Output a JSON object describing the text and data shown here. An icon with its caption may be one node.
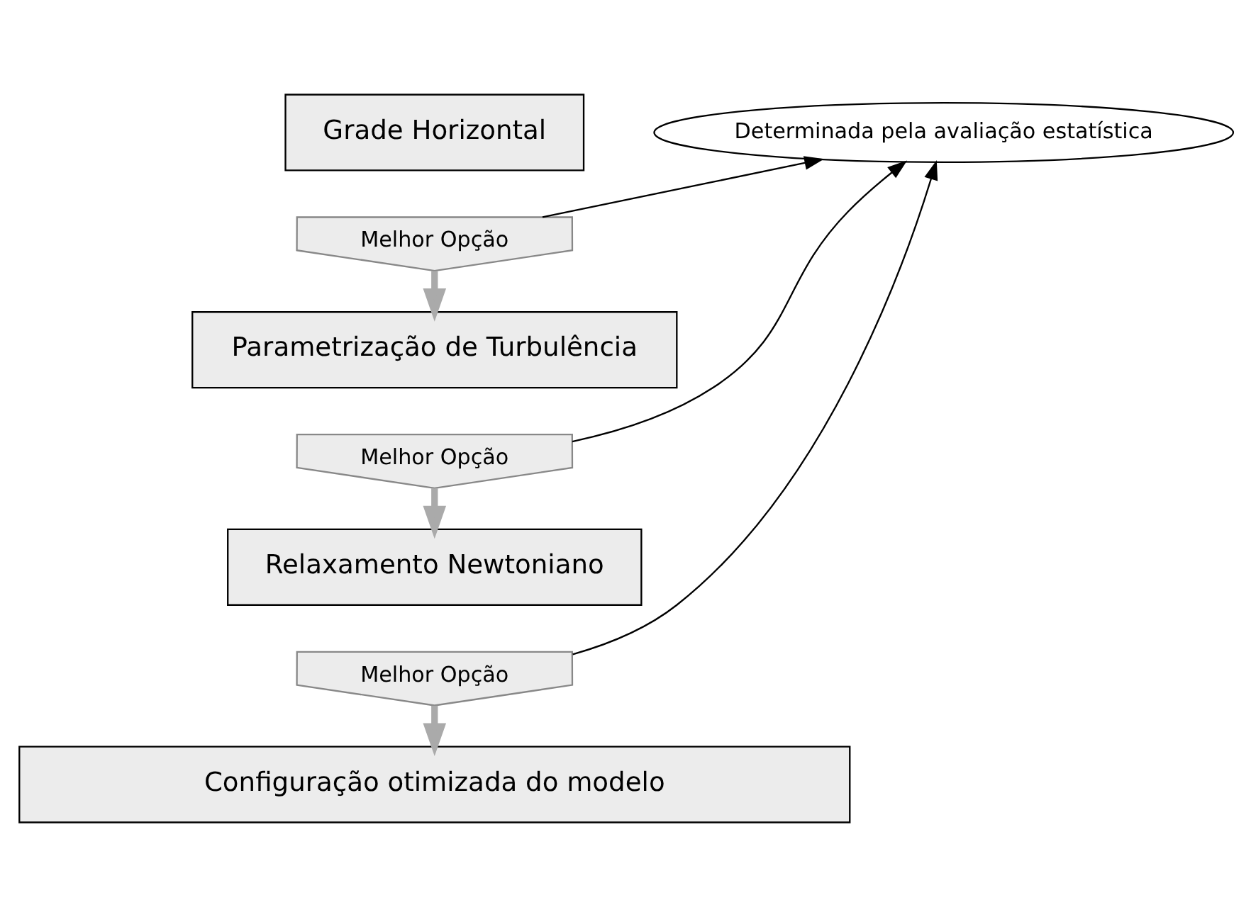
{
  "diagram": {
    "nodes": [
      {
        "text": [
          "Grade Horizontal"
        ]
      },
      {
        "text": [
          "Melhor Opção"
        ]
      },
      {
        "text": [
          "Determinada pela avaliação estatística"
        ]
      },
      {
        "text": [
          "Parametrização de Turbulência"
        ]
      },
      {
        "text": [
          "Melhor Opção"
        ]
      },
      {
        "text": [
          "Relaxamento Newtoniano"
        ]
      },
      {
        "text": [
          "Melhor Opção"
        ]
      },
      {
        "text": [
          "Configuração otimizada do modelo"
        ]
      }
    ],
    "edges": [
      {
        "from": 1,
        "to": 2,
        "arrow": "to"
      },
      {
        "from": 4,
        "to": 2,
        "arrow": "to"
      },
      {
        "from": 6,
        "to": 2,
        "arrow": "to"
      },
      {
        "from": 1,
        "to": 3,
        "arrow": "to",
        "style": "thick",
        "color": "#aaaaaa"
      },
      {
        "from": 4,
        "to": 5,
        "arrow": "to",
        "style": "thick",
        "color": "#aaaaaa"
      },
      {
        "from": 6,
        "to": 7,
        "arrow": "to",
        "style": "thick",
        "color": "#aaaaaa"
      }
    ]
  }
}
